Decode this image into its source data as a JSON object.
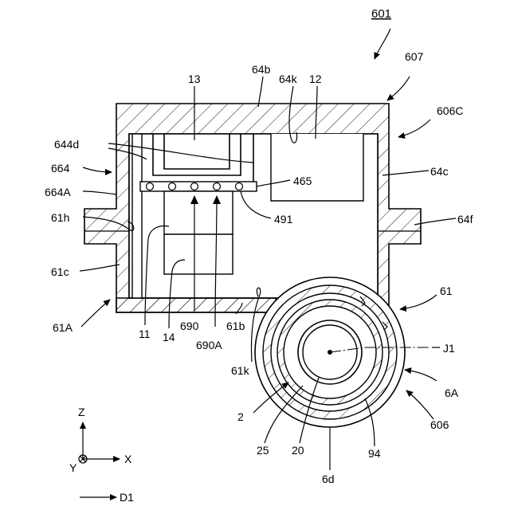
{
  "figure": {
    "title": "601"
  },
  "labels": {
    "l_601": "601",
    "l_607": "607",
    "l_606C": "606C",
    "l_64b": "64b",
    "l_64k": "64k",
    "l_12": "12",
    "l_13": "13",
    "l_644d": "644d",
    "l_664": "664",
    "l_664A": "664A",
    "l_465": "465",
    "l_491": "491",
    "l_64c": "64c",
    "l_61h": "61h",
    "l_64f": "64f",
    "l_61c": "61c",
    "l_61": "61",
    "l_61A": "61A",
    "l_11": "11",
    "l_14": "14",
    "l_690": "690",
    "l_690A": "690A",
    "l_61b": "61b",
    "l_61k": "61k",
    "l_J1": "J1",
    "l_6A": "6A",
    "l_2": "2",
    "l_606": "606",
    "l_25": "25",
    "l_20": "20",
    "l_94": "94",
    "l_6d": "6d"
  },
  "axes": {
    "z": "Z",
    "x": "X",
    "y": "Y",
    "d1": "D1"
  }
}
